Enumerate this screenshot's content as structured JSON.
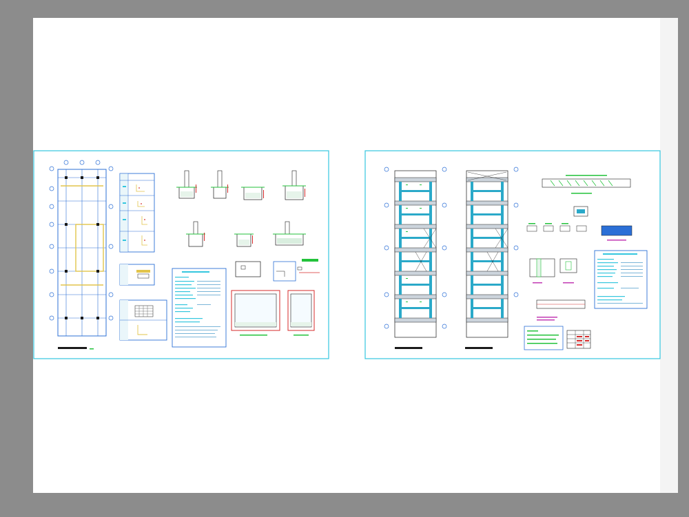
{
  "viewer": {
    "background_color": "#8c8c8c",
    "sheet_color": "#ffffff"
  },
  "layouts": [
    {
      "name": "sheet-left",
      "contents": [
        "foundation-plan",
        "details-table",
        "footing-sections",
        "cistern-details",
        "general-notes"
      ]
    },
    {
      "name": "sheet-right",
      "contents": [
        "floor-framing-plan-1",
        "floor-framing-plan-2",
        "beam-sections",
        "general-notes",
        "schedule-table"
      ]
    }
  ],
  "colors": {
    "border": "#33c6de",
    "frame": "#2b6fd6",
    "line_dark": "#1a1a1a",
    "accent_green": "#22c23a",
    "accent_red": "#d62a2a",
    "accent_yellow": "#e2c44a",
    "accent_magenta": "#c23ab3"
  }
}
